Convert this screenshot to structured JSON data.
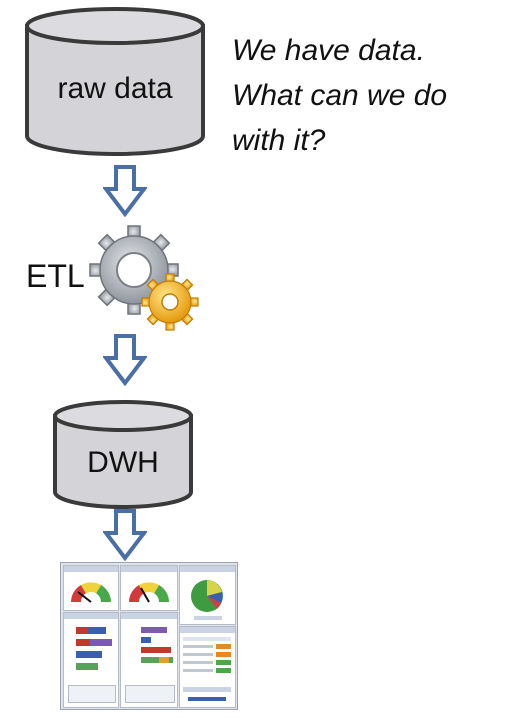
{
  "diagram": {
    "source_store": {
      "label": "raw data"
    },
    "caption": {
      "lines": [
        "We have data.",
        "What can we do",
        "with it?"
      ]
    },
    "process": {
      "label": "ETL"
    },
    "warehouse": {
      "label": "DWH"
    },
    "output": {
      "kind": "dashboard-thumbnail"
    }
  },
  "colors": {
    "cylinder_fill": "#d4d4d8",
    "cylinder_stroke": "#3a3a3a",
    "arrow_fill": "#ffffff",
    "arrow_stroke": "#4a6fa5",
    "gear_gray": "#9ea3aa",
    "gear_gold": "#f2b51c"
  }
}
